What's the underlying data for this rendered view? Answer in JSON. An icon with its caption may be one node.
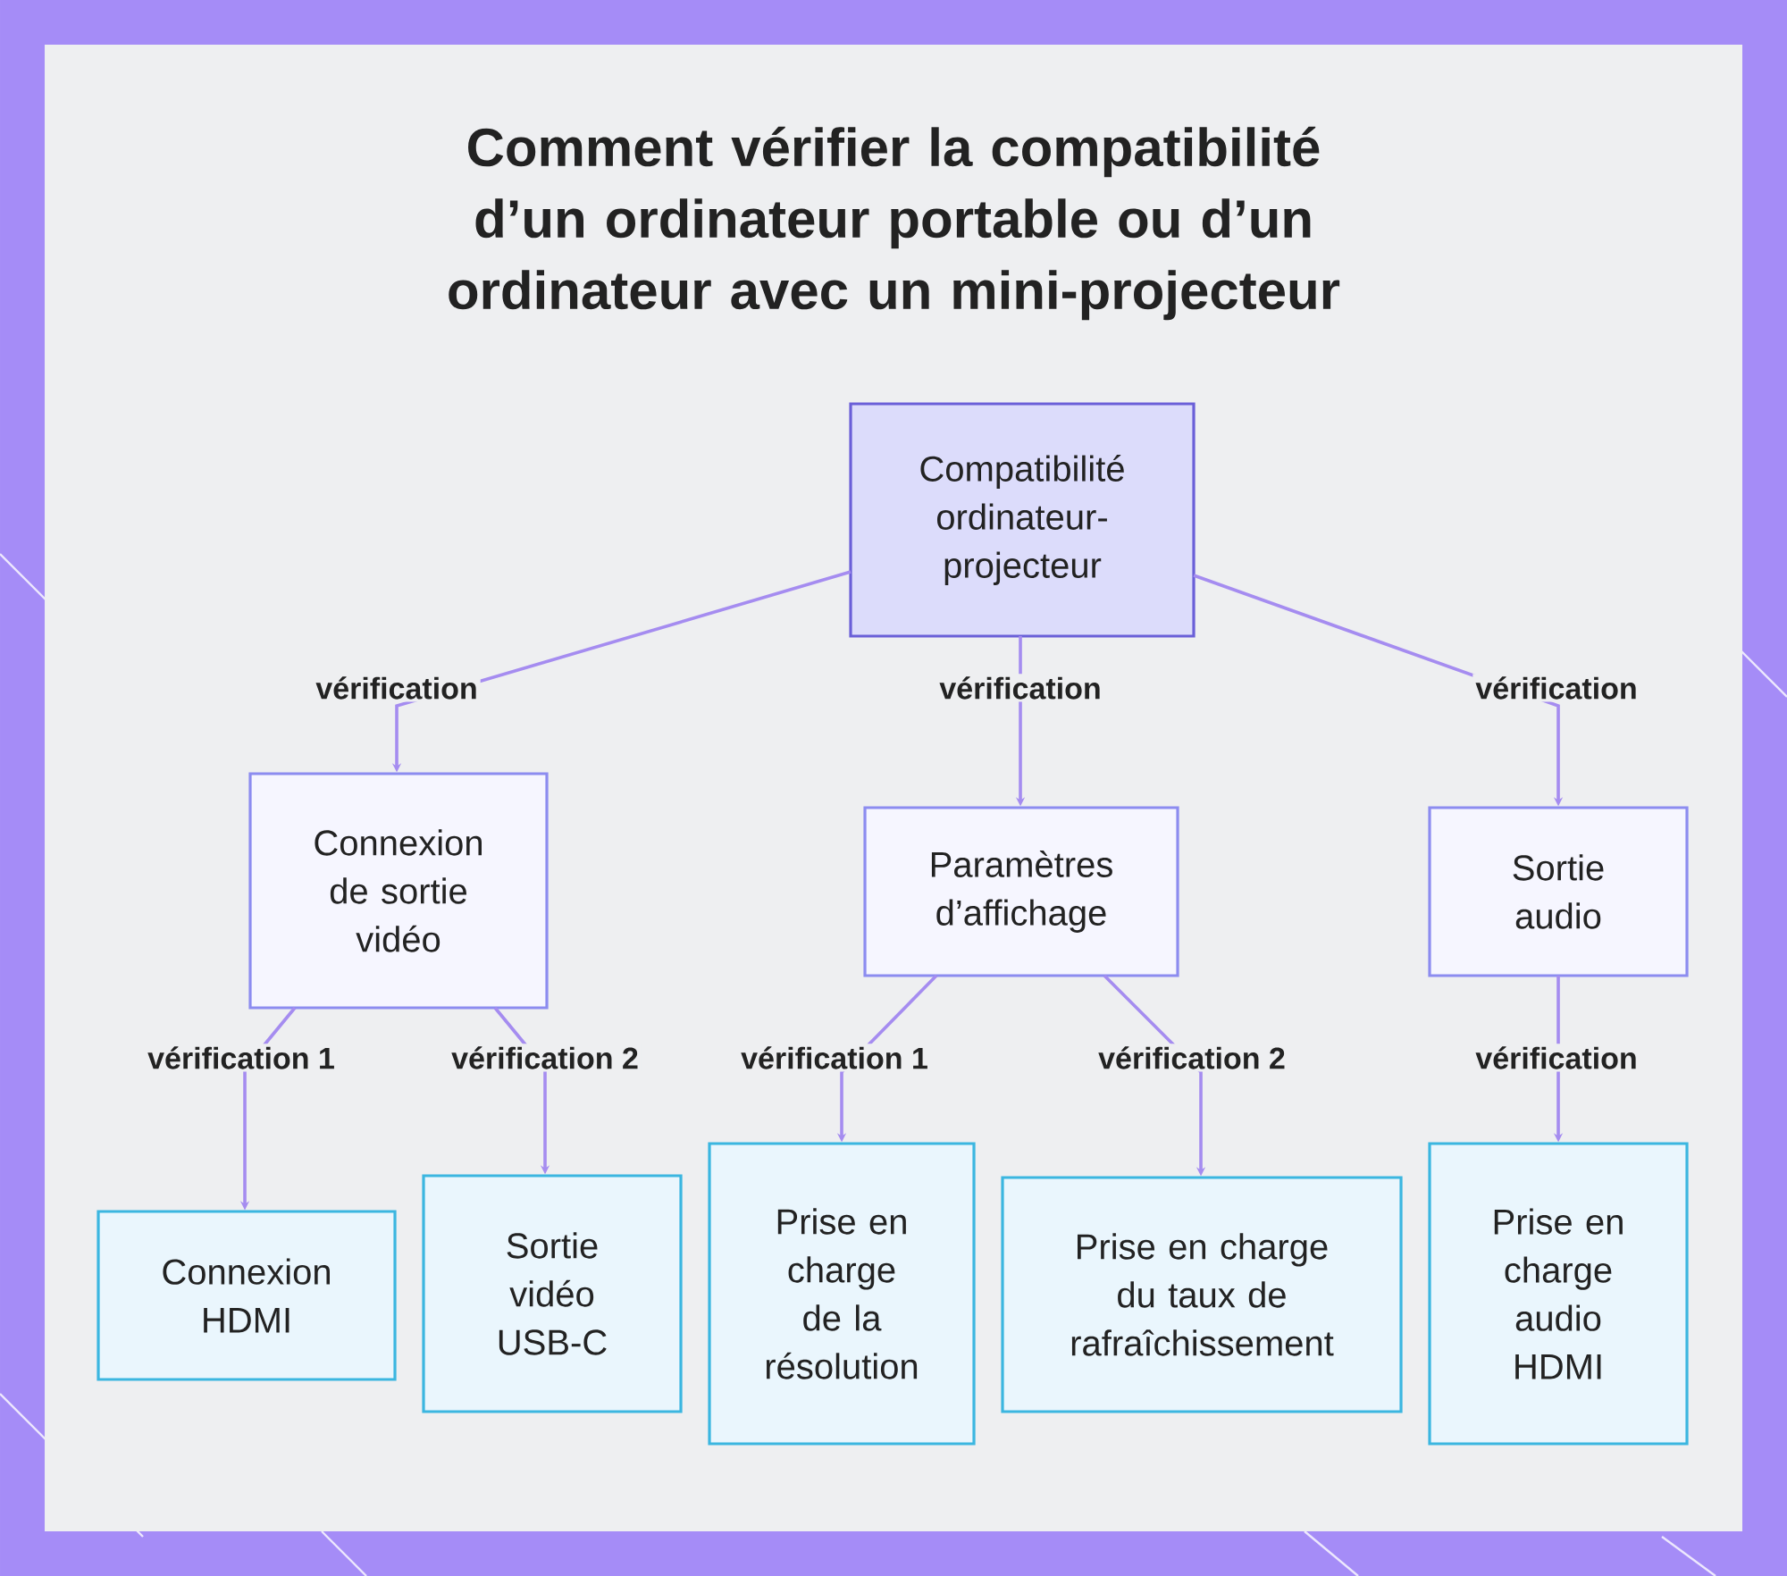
{
  "diagram": {
    "title": "Comment vérifier la compatibilité d’un ordinateur portable ou d’un ordinateur avec un mini-projecteur",
    "nodes": [
      {
        "text": [
          "Compatibilité ordinateur-projecteur"
        ]
      },
      {
        "text": [
          "Connexion de sortie vidéo"
        ]
      },
      {
        "text": [
          "Paramètres d’affichage"
        ]
      },
      {
        "text": [
          "Sortie audio"
        ]
      },
      {
        "text": [
          "Connexion HDMI"
        ]
      },
      {
        "text": [
          "Sortie vidéo USB-C"
        ]
      },
      {
        "text": [
          "Prise en charge de la résolution"
        ]
      },
      {
        "text": [
          "Prise en charge du taux de rafraîchissement"
        ]
      },
      {
        "text": [
          "Prise en charge audio HDMI"
        ]
      }
    ],
    "edges": [
      {
        "from": 0,
        "to": 1,
        "arrow": "to",
        "label": "vérification"
      },
      {
        "from": 0,
        "to": 2,
        "arrow": "to",
        "label": "vérification"
      },
      {
        "from": 0,
        "to": 3,
        "arrow": "to",
        "label": "vérification"
      },
      {
        "from": 1,
        "to": 4,
        "arrow": "to",
        "label": "vérification 1"
      },
      {
        "from": 1,
        "to": 5,
        "arrow": "to",
        "label": "vérification 2"
      },
      {
        "from": 2,
        "to": 6,
        "arrow": "to",
        "label": "vérification 1"
      },
      {
        "from": 2,
        "to": 7,
        "arrow": "to",
        "label": "vérification 2"
      },
      {
        "from": 3,
        "to": 8,
        "arrow": "to",
        "label": "vérification"
      }
    ]
  }
}
